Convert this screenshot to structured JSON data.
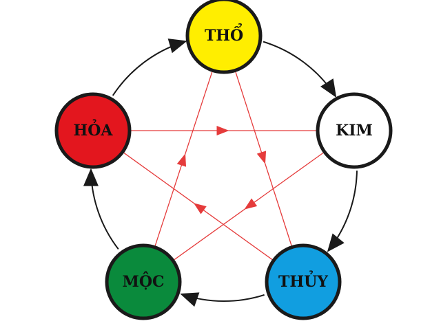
{
  "elements": [
    {
      "id": "tho",
      "label": "THỔ",
      "color": "#ffee00",
      "text_color": "#111111"
    },
    {
      "id": "kim",
      "label": "KIM",
      "color": "#ffffff",
      "text_color": "#111111"
    },
    {
      "id": "thuy",
      "label": "THỦY",
      "color": "#119ee0",
      "text_color": "#111111"
    },
    {
      "id": "moc",
      "label": "MỘC",
      "color": "#0a8a3c",
      "text_color": "#111111"
    },
    {
      "id": "hoa",
      "label": "HỎA",
      "color": "#e3161e",
      "text_color": "#111111"
    }
  ],
  "generating_cycle": {
    "color": "#1a1a1a",
    "edges": [
      {
        "from": "tho",
        "to": "kim"
      },
      {
        "from": "kim",
        "to": "thuy"
      },
      {
        "from": "thuy",
        "to": "moc"
      },
      {
        "from": "moc",
        "to": "hoa"
      },
      {
        "from": "hoa",
        "to": "tho"
      }
    ]
  },
  "overcoming_cycle": {
    "color": "#e53b3b",
    "edges": [
      {
        "from": "hoa",
        "to": "kim"
      },
      {
        "from": "kim",
        "to": "moc"
      },
      {
        "from": "moc",
        "to": "tho"
      },
      {
        "from": "tho",
        "to": "thuy"
      },
      {
        "from": "thuy",
        "to": "hoa"
      }
    ]
  }
}
